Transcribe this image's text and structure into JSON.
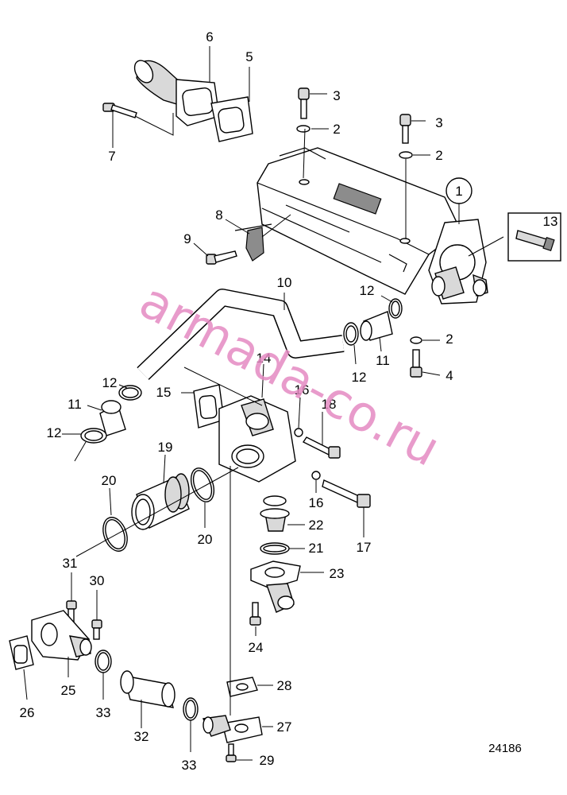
{
  "watermark": "armada-co.ru",
  "figure_number": "24186",
  "detail_circle_label": "1",
  "callouts": {
    "c6": "6",
    "c5": "5",
    "c7": "7",
    "c3a": "3",
    "c2a": "2",
    "c3b": "3",
    "c2b": "2",
    "c13": "13",
    "c8": "8",
    "c9": "9",
    "c10": "10",
    "c12a": "12",
    "c2c": "2",
    "c4": "4",
    "c12b": "12",
    "c11a": "11",
    "c14": "14",
    "c12c": "12",
    "c11b": "11",
    "c12d": "12",
    "c15": "15",
    "c16a": "16",
    "c18": "18",
    "c19": "19",
    "c20a": "20",
    "c16b": "16",
    "c17": "17",
    "c22": "22",
    "c21": "21",
    "c20b": "20",
    "c31": "31",
    "c23": "23",
    "c30": "30",
    "c24": "24",
    "c26": "26",
    "c25": "25",
    "c33a": "33",
    "c32": "32",
    "c28": "28",
    "c27": "27",
    "c33b": "33",
    "c29": "29"
  }
}
